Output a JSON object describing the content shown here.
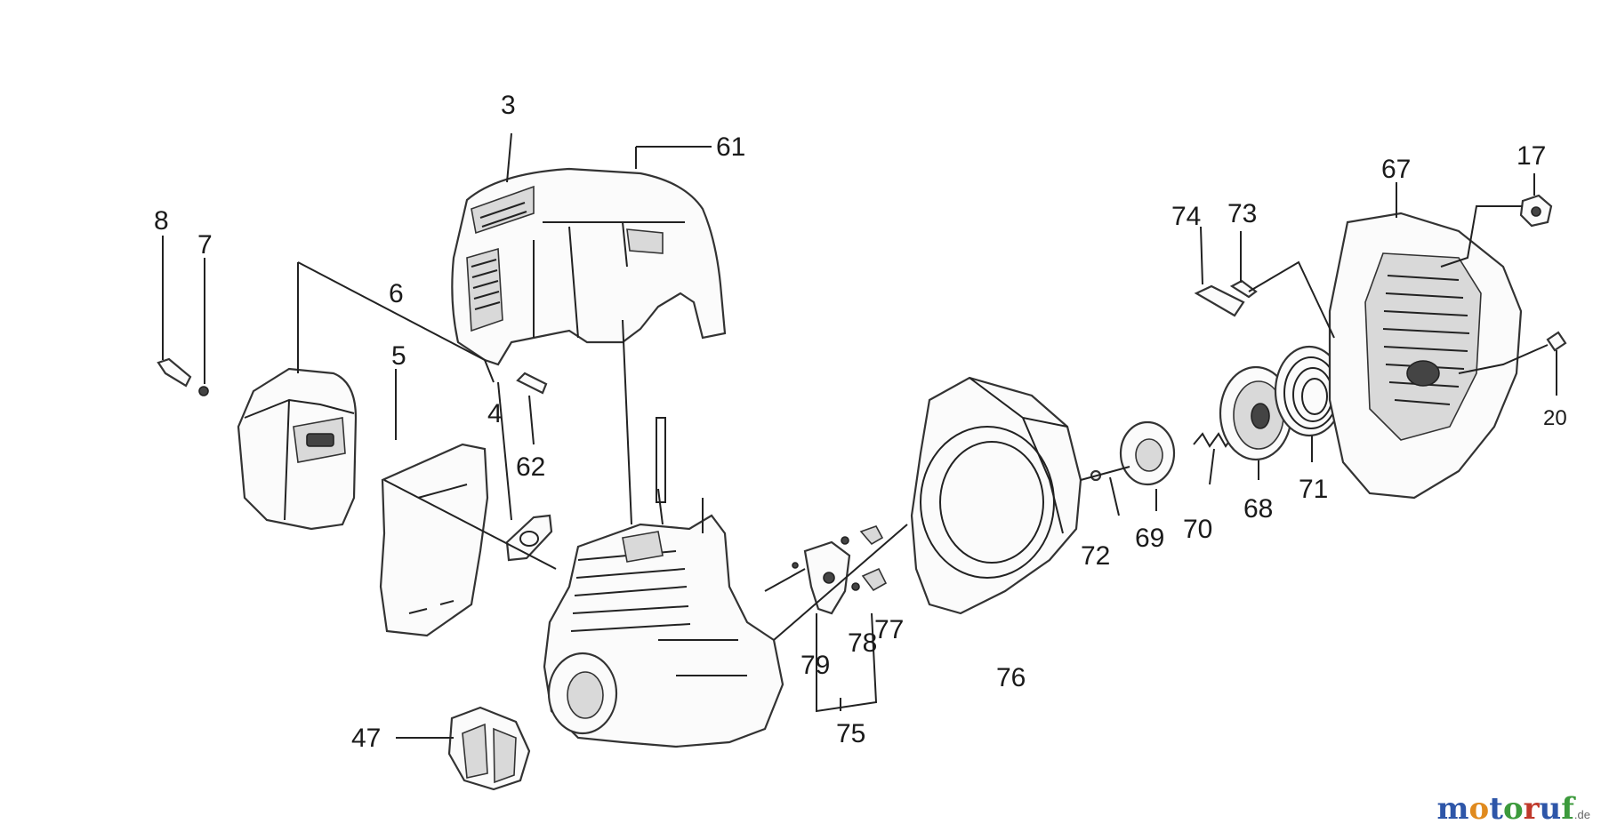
{
  "diagram": {
    "labels": [
      {
        "id": "3",
        "text": "3"
      },
      {
        "id": "61",
        "text": "61"
      },
      {
        "id": "8",
        "text": "8"
      },
      {
        "id": "7",
        "text": "7"
      },
      {
        "id": "6",
        "text": "6"
      },
      {
        "id": "5",
        "text": "5"
      },
      {
        "id": "4",
        "text": "4"
      },
      {
        "id": "62",
        "text": "62"
      },
      {
        "id": "47",
        "text": "47"
      },
      {
        "id": "79",
        "text": "79"
      },
      {
        "id": "78",
        "text": "78"
      },
      {
        "id": "77",
        "text": "77"
      },
      {
        "id": "75",
        "text": "75"
      },
      {
        "id": "76",
        "text": "76"
      },
      {
        "id": "72",
        "text": "72"
      },
      {
        "id": "69",
        "text": "69"
      },
      {
        "id": "70",
        "text": "70"
      },
      {
        "id": "68",
        "text": "68"
      },
      {
        "id": "71",
        "text": "71"
      },
      {
        "id": "74",
        "text": "74"
      },
      {
        "id": "73",
        "text": "73"
      },
      {
        "id": "67",
        "text": "67"
      },
      {
        "id": "17",
        "text": "17"
      },
      {
        "id": "20",
        "text": "20"
      }
    ]
  },
  "watermark": {
    "letters": [
      "m",
      "o",
      "t",
      "o",
      "r",
      "u",
      "f"
    ],
    "colors": [
      "#2e56a8",
      "#e08a1e",
      "#2e56a8",
      "#3c9a3c",
      "#c0392b",
      "#2e56a8",
      "#3c9a3c"
    ],
    "suffix": ".de"
  }
}
